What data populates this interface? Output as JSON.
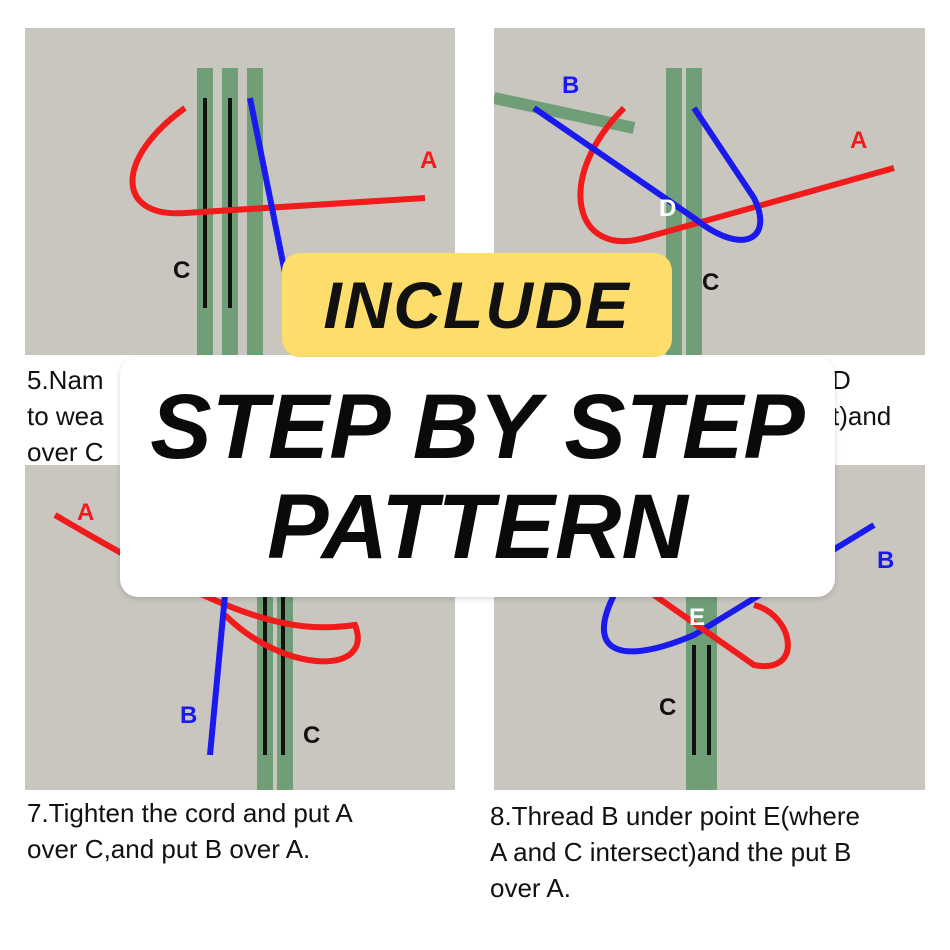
{
  "steps": [
    {
      "caption": "5.Nam",
      "caption2": "to wea",
      "caption3": "over C",
      "labels": [
        "A",
        "C"
      ]
    },
    {
      "caption": "D",
      "caption2": "t)and",
      "labels": [
        "B",
        "A",
        "D",
        "C"
      ]
    },
    {
      "caption": "7.Tighten the cord and put A",
      "caption2": "over C,and put B over A.",
      "labels": [
        "A",
        "B",
        "C"
      ]
    },
    {
      "caption": "8.Thread B under point E(where",
      "caption2": "A and C intersect)and the put B",
      "caption3": "over A.",
      "labels": [
        "B",
        "E",
        "C"
      ]
    }
  ],
  "banner": {
    "include": "INCLUDE",
    "line1": "STEP BY STEP",
    "line2": "PATTERN"
  },
  "colors": {
    "red": "#f21b1b",
    "blue": "#1a1aee",
    "cord": "#6f9e77",
    "felt": "#c9c6c0",
    "pill": "#fddd6b"
  }
}
